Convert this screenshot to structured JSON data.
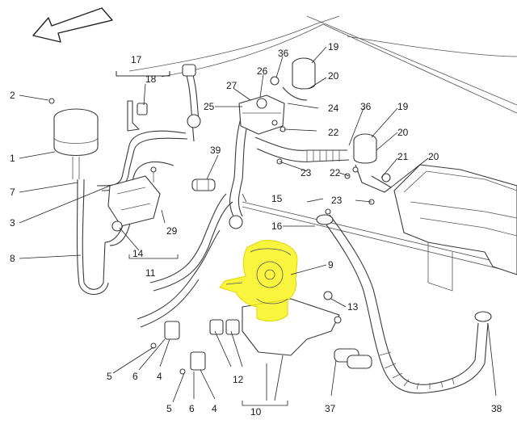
{
  "diagram": {
    "callouts": [
      {
        "id": "c1",
        "text": "1"
      },
      {
        "id": "c2",
        "text": "2"
      },
      {
        "id": "c3",
        "text": "3"
      },
      {
        "id": "c4a",
        "text": "4"
      },
      {
        "id": "c4b",
        "text": "4"
      },
      {
        "id": "c5a",
        "text": "5"
      },
      {
        "id": "c5b",
        "text": "5"
      },
      {
        "id": "c6a",
        "text": "6"
      },
      {
        "id": "c6b",
        "text": "6"
      },
      {
        "id": "c7",
        "text": "7"
      },
      {
        "id": "c8",
        "text": "8"
      },
      {
        "id": "c9",
        "text": "9"
      },
      {
        "id": "c10",
        "text": "10"
      },
      {
        "id": "c11",
        "text": "11"
      },
      {
        "id": "c12",
        "text": "12"
      },
      {
        "id": "c13",
        "text": "13"
      },
      {
        "id": "c14",
        "text": "14"
      },
      {
        "id": "c15",
        "text": "15"
      },
      {
        "id": "c16",
        "text": "16"
      },
      {
        "id": "c17",
        "text": "17"
      },
      {
        "id": "c18",
        "text": "18"
      },
      {
        "id": "c19a",
        "text": "19"
      },
      {
        "id": "c19b",
        "text": "19"
      },
      {
        "id": "c20a",
        "text": "20"
      },
      {
        "id": "c20b",
        "text": "20"
      },
      {
        "id": "c20c",
        "text": "20"
      },
      {
        "id": "c21",
        "text": "21"
      },
      {
        "id": "c22a",
        "text": "22"
      },
      {
        "id": "c22b",
        "text": "22"
      },
      {
        "id": "c23a",
        "text": "23"
      },
      {
        "id": "c23b",
        "text": "23"
      },
      {
        "id": "c24",
        "text": "24"
      },
      {
        "id": "c25",
        "text": "25"
      },
      {
        "id": "c26",
        "text": "26"
      },
      {
        "id": "c27",
        "text": "27"
      },
      {
        "id": "c29",
        "text": "29"
      },
      {
        "id": "c36a",
        "text": "36"
      },
      {
        "id": "c36b",
        "text": "36"
      },
      {
        "id": "c37",
        "text": "37"
      },
      {
        "id": "c38",
        "text": "38"
      },
      {
        "id": "c39",
        "text": "39"
      }
    ],
    "highlight_color": "#f8f21c",
    "direction_arrow_icon": "front-direction-arrow-icon"
  }
}
